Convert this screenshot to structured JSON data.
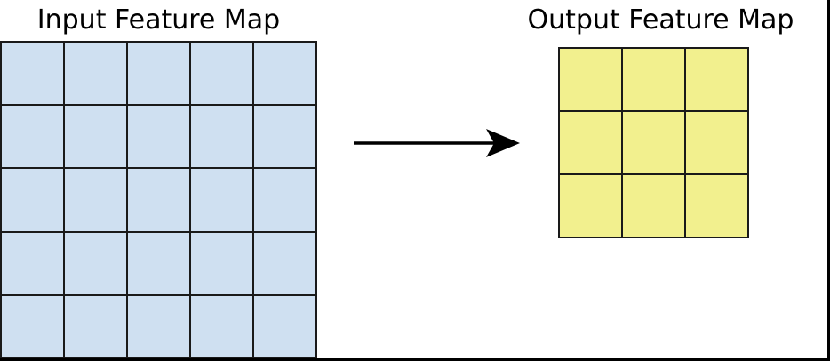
{
  "figure": {
    "background": "#ffffff",
    "frame_color": "#000000"
  },
  "input_map": {
    "title": "Input Feature Map",
    "rows": 5,
    "cols": 5,
    "cell_fill": "#cfe0f1",
    "line_color": "#1a1a1a"
  },
  "output_map": {
    "title": "Output Feature Map",
    "rows": 3,
    "cols": 3,
    "cell_fill": "#f2f08e",
    "line_color": "#1a1a1a"
  },
  "arrow": {
    "direction": "right",
    "color": "#000000"
  }
}
